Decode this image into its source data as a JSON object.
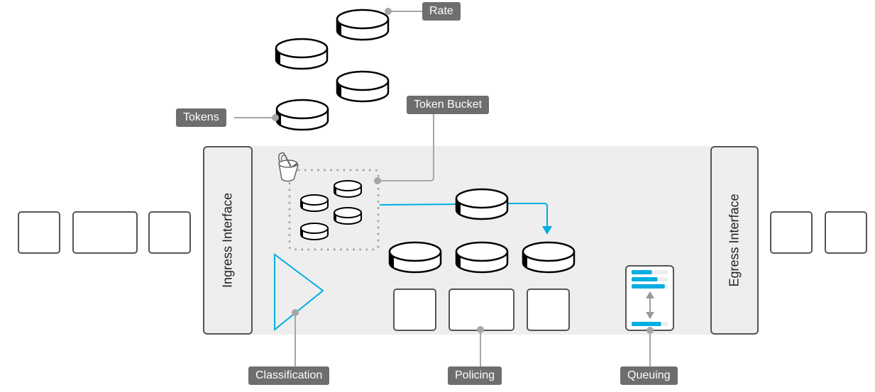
{
  "labels": {
    "rate": "Rate",
    "tokens": "Tokens",
    "token_bucket": "Token Bucket",
    "classification": "Classification",
    "policing": "Policing",
    "queuing": "Queuing"
  },
  "interfaces": {
    "ingress": "Ingress Interface",
    "egress": "Egress Interface"
  },
  "icons": {
    "bucket": "paint-bucket-icon",
    "token": "token-disc-icon",
    "classifier": "triangle-icon",
    "queue": "queue-bars-icon"
  },
  "colors": {
    "accent": "#00aee0",
    "label_bg": "#6e6e6e",
    "panel_bg": "#eeeeee",
    "connector": "#a6a6a6",
    "outline": "#555555"
  },
  "queue_fill_levels": [
    0.55,
    0.7,
    0.9,
    0.8
  ],
  "ingress_packets": 3,
  "egress_packets": 2
}
